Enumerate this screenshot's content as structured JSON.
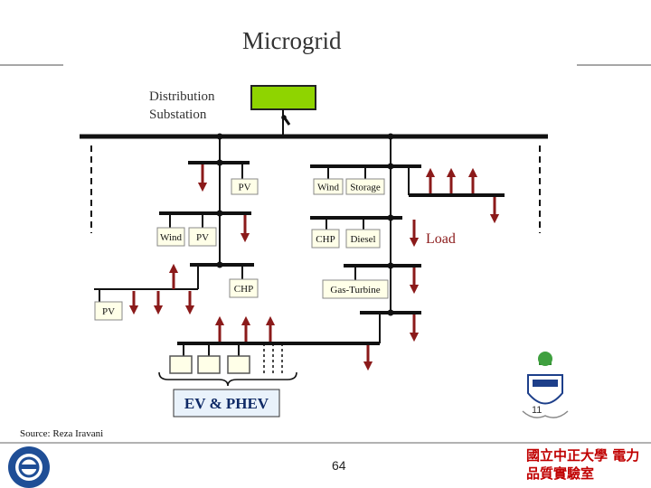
{
  "title": "Microgrid",
  "substation": {
    "line1": "Distribution",
    "line2": "Substation"
  },
  "sources": {
    "pv_upper": "PV",
    "wind_right": "Wind",
    "storage": "Storage",
    "wind_left": "Wind",
    "pv_mid": "PV",
    "chp_right": "CHP",
    "diesel": "Diesel",
    "chp_left": "CHP",
    "gas_turbine": "Gas-Turbine",
    "pv_lower": "PV"
  },
  "load_label": "Load",
  "ev_label": "EV & PHEV",
  "source_note": "Source: Reza Iravani",
  "page_number": "64",
  "corner_label": "國立中正大學 電力品質實驗室",
  "page_mark": "11",
  "colors": {
    "bus": "#111111",
    "arrow": "#8b1a1a",
    "substation_fill": "#8fd400",
    "source_box_fill": "#ffffe8",
    "ev_box_fill": "#e9f2fb"
  }
}
